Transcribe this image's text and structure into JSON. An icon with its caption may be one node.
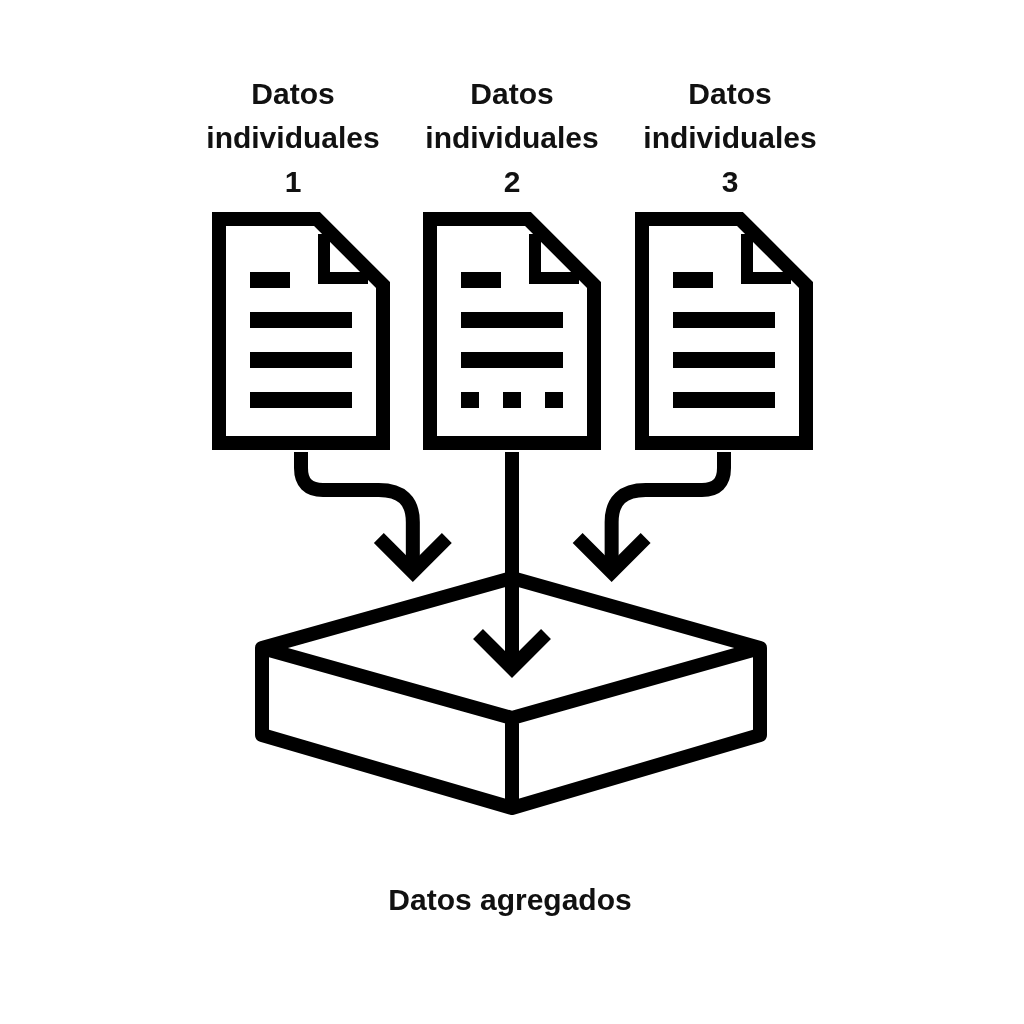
{
  "diagram": {
    "nodes": [
      {
        "text": [
          "Datos individuales 1"
        ]
      },
      {
        "text": [
          "Datos individuales 2"
        ]
      },
      {
        "text": [
          "Datos individuales 3"
        ]
      },
      {
        "text": [
          "Datos agregados"
        ]
      }
    ],
    "edges": [
      {
        "from": 0,
        "to": 3,
        "arrow": "to"
      },
      {
        "from": 1,
        "to": 3,
        "arrow": "to"
      },
      {
        "from": 2,
        "to": 3,
        "arrow": "to"
      }
    ]
  }
}
